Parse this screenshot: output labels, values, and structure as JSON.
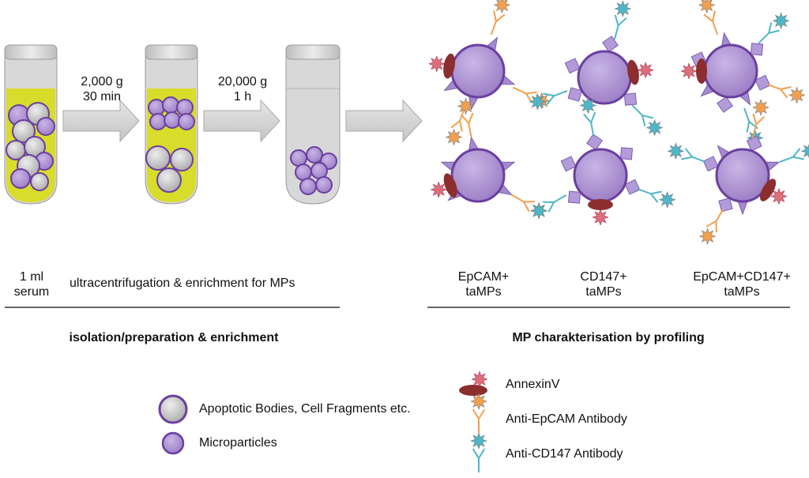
{
  "steps": [
    {
      "line1": "2,000 g",
      "line2": "30 min"
    },
    {
      "line1": "20,000 g",
      "line2": "1 h"
    }
  ],
  "sample": {
    "line1": "1 ml",
    "line2": "serum"
  },
  "process_label": "ultracentrifugation & enrichment for MPs",
  "mp_types": [
    {
      "line1": "EpCAM+",
      "line2": "taMPs"
    },
    {
      "line1": "CD147+",
      "line2": "taMPs"
    },
    {
      "line1": "EpCAM+CD147+",
      "line2": "taMPs"
    }
  ],
  "section_left": "isolation/preparation & enrichment",
  "section_right": "MP charakterisation by profiling",
  "legend": {
    "apoptotic": "Apoptotic Bodies, Cell Fragments etc.",
    "microparticles": "Microparticles",
    "annexin": "AnnexinV",
    "anti_epcam": "Anti-EpCAM Antibody",
    "anti_cd147": "Anti-CD147 Antibody"
  },
  "colors": {
    "liquid": "#d8dc2a",
    "mp_fill": "#a98fd0",
    "mp_stroke": "#6a3fa0",
    "grey_particle": "#c8c8c8",
    "annexin": "#8c2e2e",
    "annexin_star": "#d9707a",
    "epcam_star": "#f2a050",
    "cd147_star": "#4fb6c8",
    "arrow": "#d6d6d6"
  }
}
